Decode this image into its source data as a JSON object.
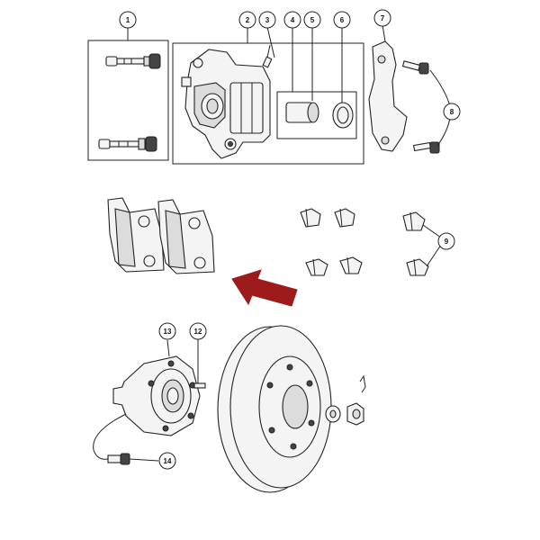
{
  "diagram": {
    "callouts": [
      {
        "id": "1",
        "label": "1"
      },
      {
        "id": "2",
        "label": "2"
      },
      {
        "id": "3",
        "label": "3"
      },
      {
        "id": "4",
        "label": "4"
      },
      {
        "id": "5",
        "label": "5"
      },
      {
        "id": "6",
        "label": "6"
      },
      {
        "id": "7",
        "label": "7"
      },
      {
        "id": "8",
        "label": "8"
      },
      {
        "id": "9",
        "label": "9"
      },
      {
        "id": "12",
        "label": "12"
      },
      {
        "id": "13",
        "label": "13"
      },
      {
        "id": "14",
        "label": "14"
      }
    ],
    "colors": {
      "line": "#222222",
      "arrow": "#9e1b1b",
      "background": "#ffffff"
    }
  }
}
